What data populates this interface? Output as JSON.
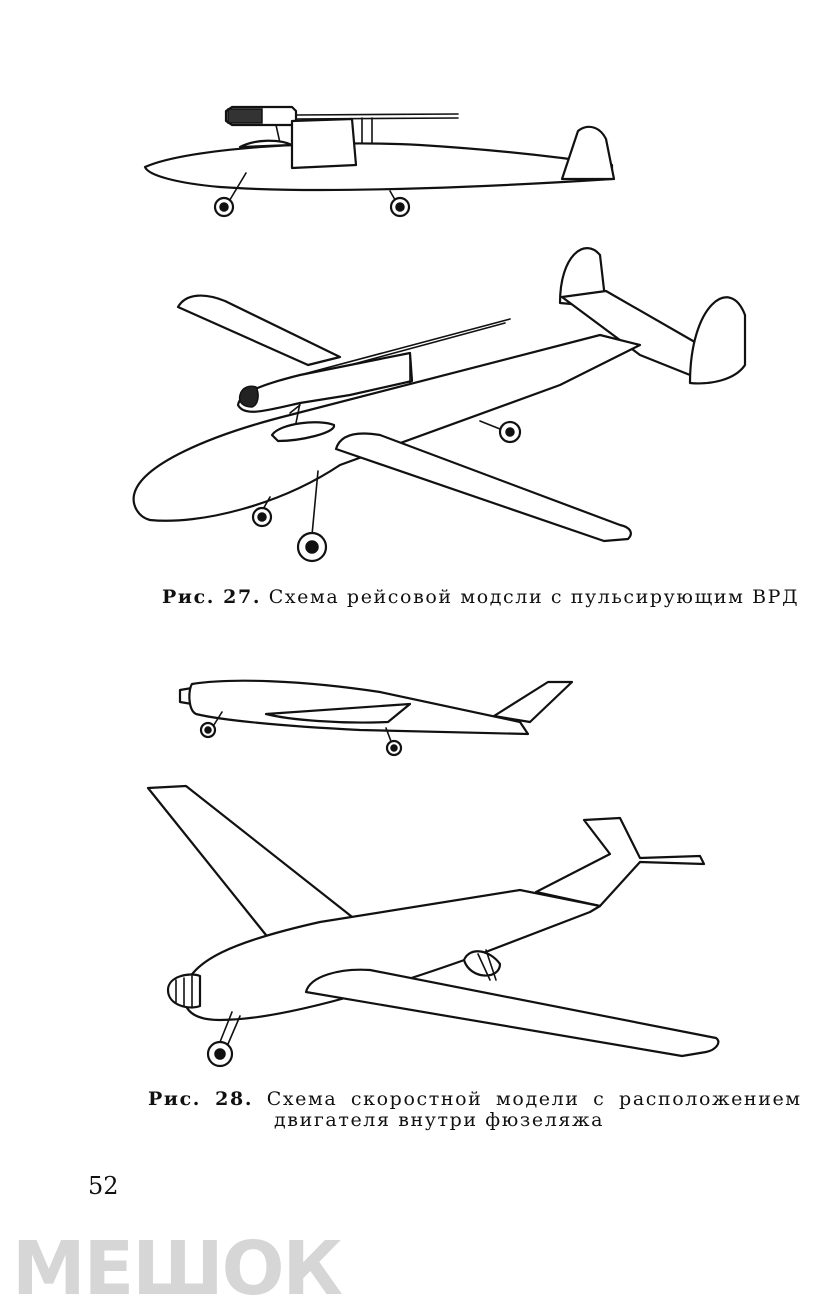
{
  "figures": [
    {
      "label": "Рис. 27.",
      "caption": "Схема рейсовой модсли с пульсирующим ВРД"
    },
    {
      "label": "Рис. 28.",
      "caption_line1": "Схема скоростной модели с расположением",
      "caption_line2": "двигателя внутри фюзеляжа"
    }
  ],
  "page_number": "52",
  "watermark": "МЕШОК"
}
